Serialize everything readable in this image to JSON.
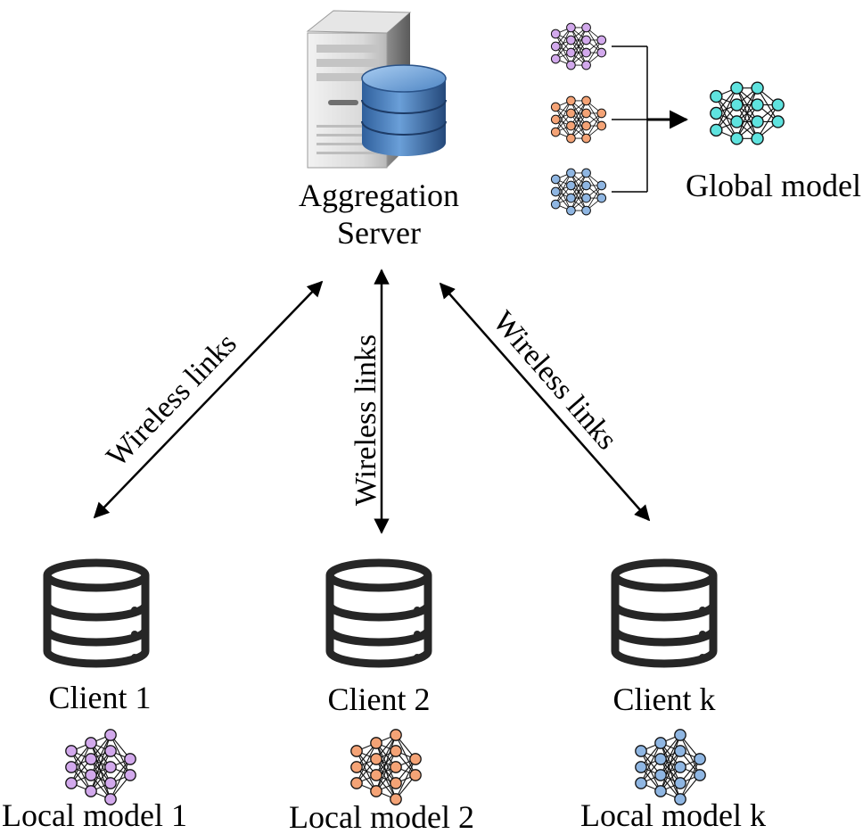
{
  "server": {
    "title_line1": "Aggregation",
    "title_line2": "Server"
  },
  "global_model": {
    "label": "Global model",
    "color": "#5fe3df"
  },
  "links": [
    "Wireless links",
    "Wireless links",
    "Wireless links"
  ],
  "clients": [
    {
      "name": "Client 1",
      "model_label": "Local model 1",
      "color": "#d2a9ec"
    },
    {
      "name": "Client 2",
      "model_label": "Local model 2",
      "color": "#f4a376"
    },
    {
      "name": "Client k",
      "model_label": "Local model k",
      "color": "#8fb6e2"
    }
  ]
}
